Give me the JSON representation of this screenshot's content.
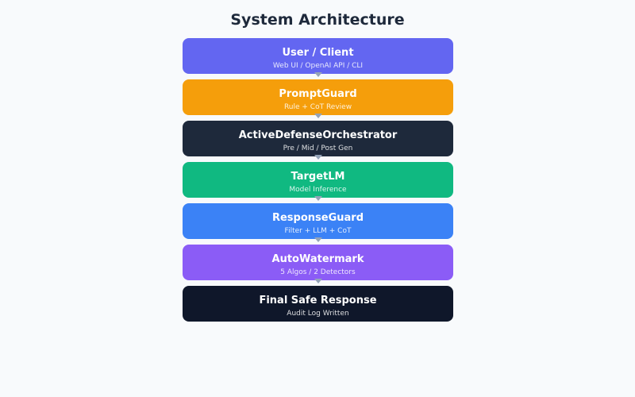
{
  "title": "System Architecture",
  "steps": [
    {
      "label": "User / Client",
      "sub": "Web UI / OpenAI API / CLI",
      "color": "#6366f1"
    },
    {
      "label": "PromptGuard",
      "sub": "Rule + CoT Review",
      "color": "#f59e0b"
    },
    {
      "label": "ActiveDefenseOrchestrator",
      "sub": "Pre / Mid / Post Gen",
      "color": "#1e293b"
    },
    {
      "label": "TargetLM",
      "sub": "Model Inference",
      "color": "#10b981"
    },
    {
      "label": "ResponseGuard",
      "sub": "Filter + LLM + CoT",
      "color": "#3b82f6"
    },
    {
      "label": "AutoWatermark",
      "sub": "5 Algos / 2 Detectors",
      "color": "#8b5cf6"
    },
    {
      "label": "Final Safe Response",
      "sub": "Audit Log Written",
      "color": "#0f172a"
    }
  ],
  "arrow_color": "#94a3b8"
}
